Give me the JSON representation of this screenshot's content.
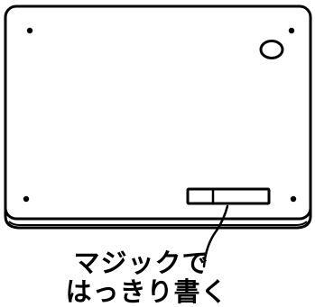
{
  "caption": {
    "line1": "マジックで",
    "line2": "はっきり書く"
  },
  "colors": {
    "stroke": "#000000",
    "fill": "#ffffff"
  },
  "icons": {
    "device_body": "rectangular-case",
    "screws": "screw-hole",
    "oval_hole": "oval-opening",
    "label_slot": "label-slot",
    "leader": "curved-leader-line"
  }
}
